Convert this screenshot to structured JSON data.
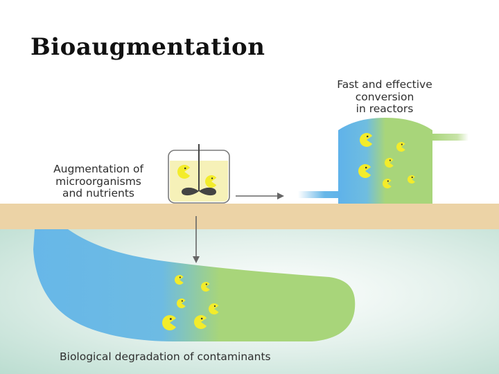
{
  "title": "Bioaugmentation",
  "labels": {
    "augmentation": [
      "Augmentation of",
      "microorganisms",
      "and nutrients"
    ],
    "reactors": [
      "Fast and effective",
      "conversion",
      "in reactors"
    ],
    "degradation": "Biological degradation of contaminants"
  },
  "colors": {
    "soil": "#ecd3a6",
    "groundwater_bg": "#cfe6dd",
    "water_blue": "#67b7e8",
    "treated_green": "#a8d57a",
    "microbe_yellow": "#f3ec2b",
    "nutrient_tank": "#f6f1b8",
    "arrow": "#666666"
  },
  "microbes": {
    "icon": "pacman-microbe-icon"
  }
}
